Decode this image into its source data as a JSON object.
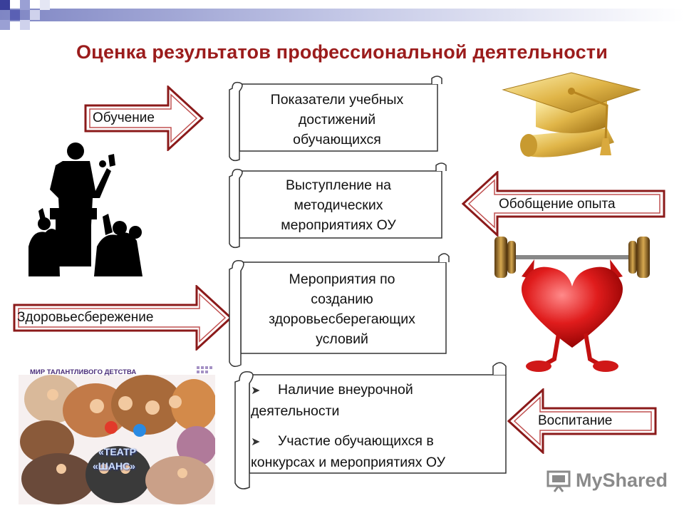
{
  "title": "Оценка результатов профессиональной деятельности",
  "arrows": {
    "obuchenie": "Обучение",
    "obobshchenie": "Обобщение опыта",
    "zdorovie": "Здоровьесбережение",
    "vospitanie": "Воспитание"
  },
  "scrolls": {
    "s1": [
      "Показатели учебных",
      "достижений",
      "обучающихся"
    ],
    "s2": [
      "Выступление на",
      "методических",
      "мероприятиях  ОУ"
    ],
    "s3": [
      "Мероприятия по",
      "созданию",
      "здоровьесберегающих",
      "условий"
    ],
    "s4": {
      "b1a": "Наличие внеурочной",
      "b1b": "деятельности",
      "b2a": "Участие обучающихся в",
      "b2b": "конкурсах и мероприятиях ОУ"
    }
  },
  "collage": {
    "header": "МИР ТАЛАНТЛИВОГО ДЕТСТВА",
    "theatre1": "«ТЕАТР",
    "theatre2": "«ШАНС»"
  },
  "watermark": "MyShared",
  "colors": {
    "title": "#9b1c1c",
    "arrow_border": "#8b1a1a",
    "arrow_fill": "#ffffff"
  }
}
